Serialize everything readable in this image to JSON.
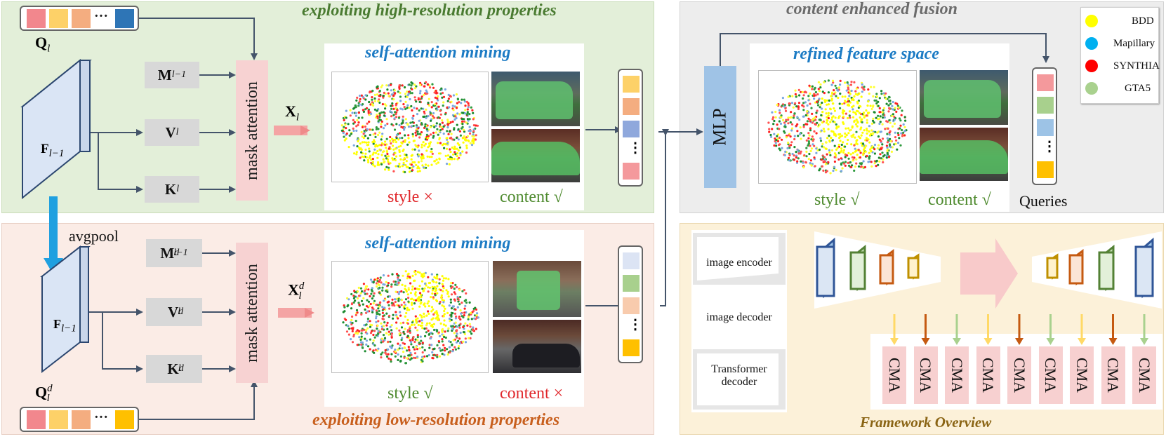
{
  "panels": {
    "high_title": "exploiting high-resolution properties",
    "low_title": "exploiting low-resolution properties",
    "fusion_title": "content enhanced fusion",
    "framework_title": "Framework Overview"
  },
  "high": {
    "query_label": "Q",
    "query_sub": "l",
    "feature_label": "F",
    "feature_sub": "l−1",
    "m_label": "M",
    "m_sub": "l−1",
    "v_label": "V",
    "v_sub": "l",
    "k_label": "K",
    "k_sub": "l",
    "mask_label": "mask attention",
    "x_label": "X",
    "x_sub": "l",
    "mining_title": "self-attention mining",
    "style_label": "style ×",
    "content_label": "content √",
    "query_colors": [
      "#f2878d",
      "#fdd168",
      "#f4ad80",
      "#2e75b6"
    ],
    "vector_colors": [
      "#fdd168",
      "#f4ad80",
      "#8fa8dc",
      "#f4999c"
    ]
  },
  "low": {
    "avgpool_label": "avgpool",
    "query_label": "Q",
    "query_sup": "d",
    "query_sub": "l",
    "feature_label": "F",
    "feature_sub": "l−1",
    "m_label": "M",
    "m_sup": "d",
    "m_sub": "l−1",
    "v_label": "V",
    "v_sup": "d",
    "v_sub": "l",
    "k_label": "K",
    "k_sup": "d",
    "k_sub": "l",
    "mask_label": "mask attention",
    "x_label": "X",
    "x_sup": "d",
    "x_sub": "l",
    "mining_title": "self-attention mining",
    "style_label": "style √",
    "content_label": "content ×",
    "query_colors": [
      "#f2878d",
      "#fdd168",
      "#f4ad80",
      "#2e75b6"
    ],
    "vector_colors": [
      "#dce4f4",
      "#a8d08d",
      "#f8cbad",
      "#ffc000"
    ]
  },
  "fusion": {
    "mlp_label": "MLP",
    "space_title": "refined feature space",
    "style_label": "style √",
    "content_label": "content √",
    "queries_label": "Queries",
    "query_colors": [
      "#f4999c",
      "#a8d08d",
      "#9dc3e6",
      "#ffc000"
    ]
  },
  "legend": [
    {
      "label": "BDD",
      "color": "#ffff00"
    },
    {
      "label": "Mapillary",
      "color": "#00b0f0"
    },
    {
      "label": "SYNTHIA",
      "color": "#ff0000"
    },
    {
      "label": "GTA5",
      "color": "#a9d18e"
    }
  ],
  "framework": {
    "image_encoder": "image encoder",
    "image_decoder": "image decoder",
    "transformer_decoder": "Transformer decoder",
    "cma_label": "CMA",
    "cma_arrow_colors": [
      "#ffd966",
      "#c55a11",
      "#a9d18e",
      "#ffd966",
      "#c55a11",
      "#a9d18e",
      "#ffd966",
      "#c55a11",
      "#a9d18e"
    ]
  },
  "dots_glyph": "···",
  "vdots_glyph": "⋮"
}
